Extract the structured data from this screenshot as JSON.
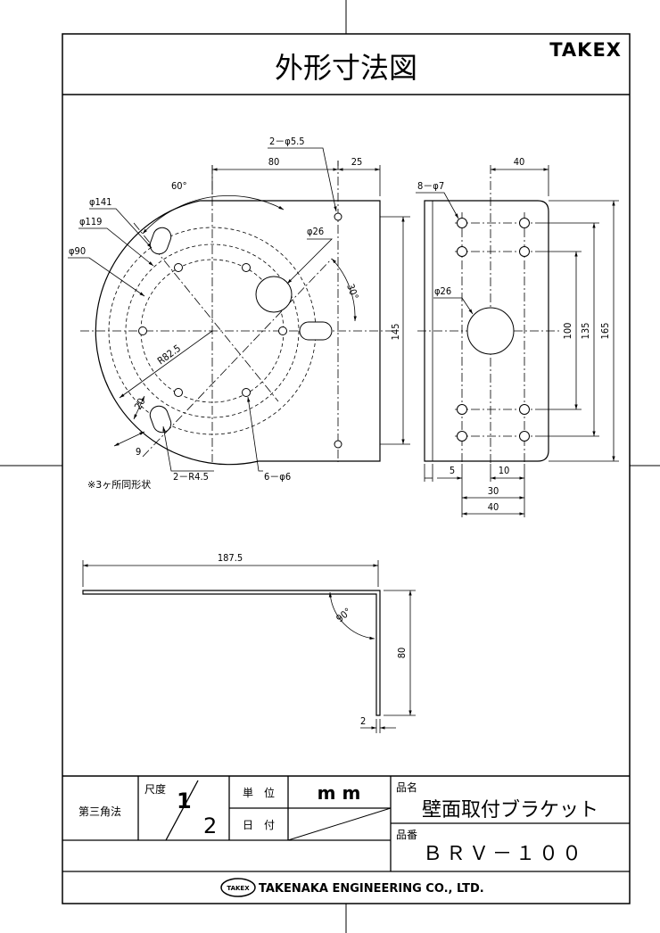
{
  "title": "外形寸法図",
  "brand": "TAKEX",
  "front_view": {
    "d_5_5": "2－φ5.5",
    "d_80": "80",
    "d_25": "25",
    "angle_60": "60°",
    "d_141": "φ141",
    "d_119": "φ119",
    "d_90": "φ90",
    "d_26": "φ26",
    "angle_30": "30°",
    "r_82_5": "R82.5",
    "d_145": "145",
    "d_20": "20",
    "d_9": "9",
    "r_4_5": "2－R4.5",
    "d_6": "6－φ6",
    "note": "※3ヶ所同形状"
  },
  "side_view": {
    "d_40_top": "40",
    "d_7": "8－φ7",
    "d_26": "φ26",
    "d_100": "100",
    "d_135": "135",
    "d_165": "165",
    "d_5": "5",
    "d_10": "10",
    "d_30": "30",
    "d_40_bottom": "40"
  },
  "profile_view": {
    "d_187_5": "187.5",
    "angle_90": "90°",
    "d_80": "80",
    "d_2": "2"
  },
  "title_block": {
    "projection": "第三角法",
    "scale_label": "尺度",
    "scale_num": "1",
    "scale_den": "2",
    "unit_label": "単　位",
    "unit_value": "m m",
    "date_label": "日　付",
    "name_label": "品名",
    "name_value": "壁面取付ブラケット",
    "number_label": "品番",
    "number_value": "ＢＲＶ－１００"
  },
  "footer": {
    "logo_text": "TAKEX",
    "company": "TAKENAKA ENGINEERING CO., LTD."
  }
}
